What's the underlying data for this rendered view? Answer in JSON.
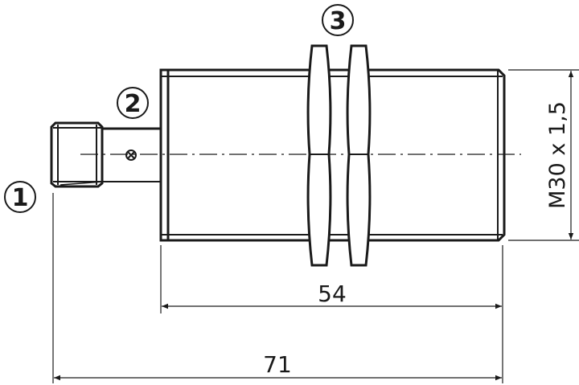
{
  "callouts": {
    "c1": "1",
    "c2": "2",
    "c3": "3"
  },
  "dimensions": {
    "body_length": "54",
    "total_length": "71",
    "thread": "M30 x 1,5"
  },
  "colors": {
    "line": "#1a1a1a",
    "background": "#ffffff"
  }
}
